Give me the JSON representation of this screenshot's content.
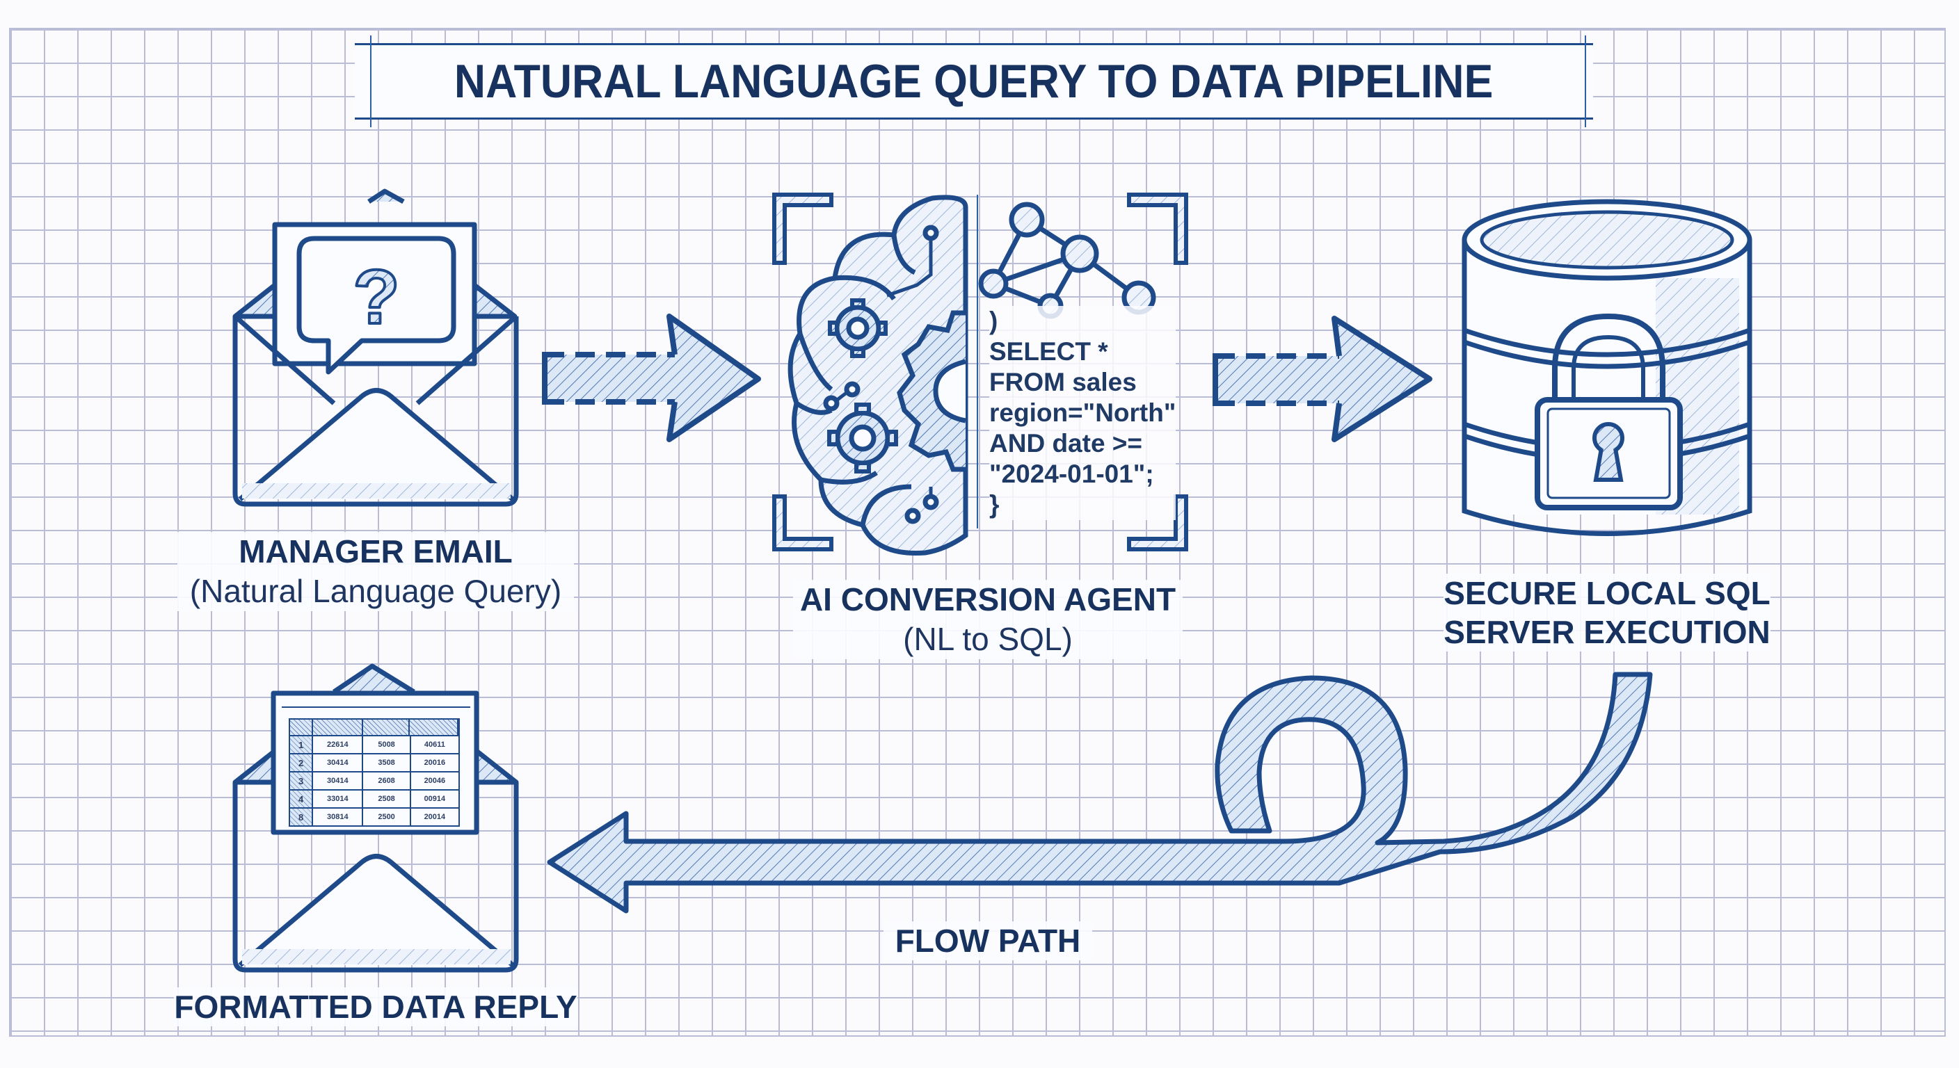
{
  "title": "NATURAL LANGUAGE QUERY TO DATA PIPELINE",
  "colors": {
    "ink": "#1e4a8a",
    "text": "#17325f",
    "hatch_fill": "#dbe7f6",
    "grid_line": "#b9bdd6",
    "paper": "#fbfbfd"
  },
  "nodes": [
    {
      "id": "manager-email",
      "icon": "envelope-question-icon",
      "label": "MANAGER EMAIL",
      "sublabel": "(Natural Language Query)"
    },
    {
      "id": "ai-agent",
      "icon": "brain-gears-icon",
      "label": "AI CONVERSION AGENT",
      "sublabel": "(NL to SQL)"
    },
    {
      "id": "sql-server",
      "icon": "database-lock-icon",
      "label_lines": [
        "SECURE LOCAL SQL",
        "SERVER EXECUTION"
      ]
    },
    {
      "id": "data-reply",
      "icon": "envelope-table-icon",
      "label": "FORMATTED DATA REPLY"
    }
  ],
  "sql_snippet": {
    "lines": [
      ")",
      "SELECT *",
      "FROM sales",
      "region=\"North\"",
      "AND date >=",
      "\"2024-01-01\";",
      "}"
    ]
  },
  "reply_table": {
    "rows": [
      [
        "1",
        "22614",
        "5008",
        "40611"
      ],
      [
        "2",
        "30414",
        "3508",
        "20016"
      ],
      [
        "3",
        "30414",
        "2608",
        "20046"
      ],
      [
        "4",
        "33014",
        "2508",
        "00914"
      ],
      [
        "8",
        "30814",
        "2500",
        "20014"
      ]
    ]
  },
  "connectors": [
    {
      "from": "manager-email",
      "to": "ai-agent",
      "style": "dashed-arrow"
    },
    {
      "from": "ai-agent",
      "to": "sql-server",
      "style": "dashed-arrow"
    },
    {
      "from": "sql-server",
      "to": "data-reply",
      "style": "looped-return-arrow",
      "label": "FLOW PATH"
    }
  ]
}
